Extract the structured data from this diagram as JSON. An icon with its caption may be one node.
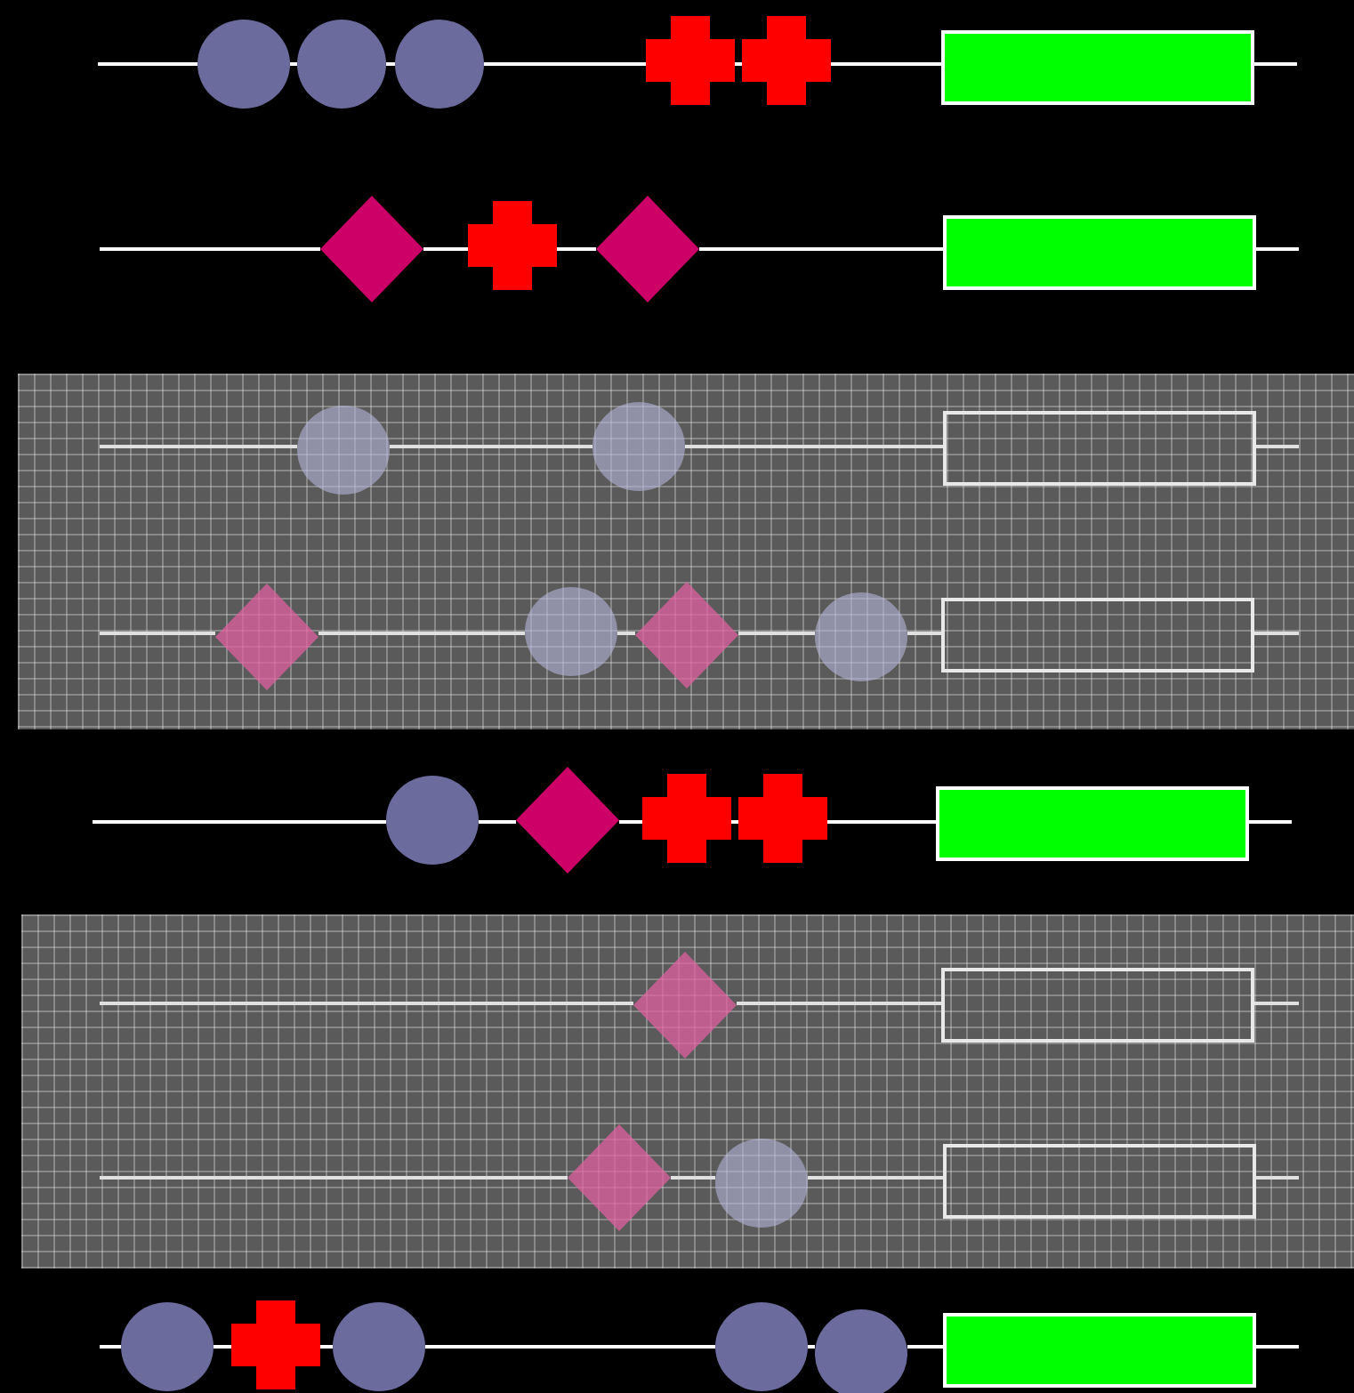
{
  "diagram": {
    "nodes": [
      {
        "text": [],
        "shape": "circle"
      },
      {
        "text": [],
        "shape": "circle"
      },
      {
        "text": [],
        "shape": "circle"
      },
      {
        "text": [],
        "shape": "cross"
      },
      {
        "text": [],
        "shape": "cross"
      },
      {
        "text": [],
        "shape": "box"
      },
      {
        "text": [],
        "shape": "diamond"
      },
      {
        "text": [],
        "shape": "cross"
      },
      {
        "text": [],
        "shape": "diamond"
      },
      {
        "text": [],
        "shape": "box"
      },
      {
        "text": [],
        "shape": "band"
      },
      {
        "text": [],
        "shape": "circle",
        "in": 10
      },
      {
        "text": [],
        "shape": "circle",
        "in": 10
      },
      {
        "text": [],
        "shape": "box",
        "in": 10
      },
      {
        "text": [],
        "shape": "diamond",
        "in": 10
      },
      {
        "text": [],
        "shape": "circle",
        "in": 10
      },
      {
        "text": [],
        "shape": "diamond",
        "in": 10
      },
      {
        "text": [],
        "shape": "circle",
        "in": 10
      },
      {
        "text": [],
        "shape": "box",
        "in": 10
      },
      {
        "text": [],
        "shape": "circle"
      },
      {
        "text": [],
        "shape": "diamond"
      },
      {
        "text": [],
        "shape": "cross"
      },
      {
        "text": [],
        "shape": "cross"
      },
      {
        "text": [],
        "shape": "box"
      },
      {
        "text": [],
        "shape": "band"
      },
      {
        "text": [],
        "shape": "diamond",
        "in": 24
      },
      {
        "text": [],
        "shape": "box",
        "in": 24
      },
      {
        "text": [],
        "shape": "diamond",
        "in": 24
      },
      {
        "text": [],
        "shape": "circle",
        "in": 24
      },
      {
        "text": [],
        "shape": "box",
        "in": 24
      },
      {
        "text": [],
        "shape": "circle"
      },
      {
        "text": [],
        "shape": "cross"
      },
      {
        "text": [],
        "shape": "circle"
      },
      {
        "text": [],
        "shape": "circle"
      },
      {
        "text": [],
        "shape": "circle"
      },
      {
        "text": [],
        "shape": "box"
      }
    ],
    "edges": [
      {
        "from": 0,
        "to": 1,
        "arrow": "none"
      },
      {
        "from": 1,
        "to": 2,
        "arrow": "none"
      },
      {
        "from": 2,
        "to": 3,
        "arrow": "none"
      },
      {
        "from": 3,
        "to": 4,
        "arrow": "none"
      },
      {
        "from": 4,
        "to": 5,
        "arrow": "none"
      },
      {
        "from": 6,
        "to": 7,
        "arrow": "none"
      },
      {
        "from": 7,
        "to": 8,
        "arrow": "none"
      },
      {
        "from": 8,
        "to": 9,
        "arrow": "none"
      },
      {
        "from": 11,
        "to": 12,
        "arrow": "none"
      },
      {
        "from": 12,
        "to": 13,
        "arrow": "none"
      },
      {
        "from": 14,
        "to": 15,
        "arrow": "none"
      },
      {
        "from": 15,
        "to": 16,
        "arrow": "none"
      },
      {
        "from": 16,
        "to": 17,
        "arrow": "none"
      },
      {
        "from": 17,
        "to": 18,
        "arrow": "none"
      },
      {
        "from": 19,
        "to": 20,
        "arrow": "none"
      },
      {
        "from": 20,
        "to": 21,
        "arrow": "none"
      },
      {
        "from": 21,
        "to": 22,
        "arrow": "none"
      },
      {
        "from": 22,
        "to": 23,
        "arrow": "none"
      },
      {
        "from": 25,
        "to": 26,
        "arrow": "none"
      },
      {
        "from": 27,
        "to": 28,
        "arrow": "none"
      },
      {
        "from": 28,
        "to": 29,
        "arrow": "none"
      },
      {
        "from": 30,
        "to": 31,
        "arrow": "none"
      },
      {
        "from": 31,
        "to": 32,
        "arrow": "none"
      },
      {
        "from": 32,
        "to": 33,
        "arrow": "none"
      },
      {
        "from": 33,
        "to": 34,
        "arrow": "none"
      },
      {
        "from": 34,
        "to": 35,
        "arrow": "none"
      }
    ]
  }
}
